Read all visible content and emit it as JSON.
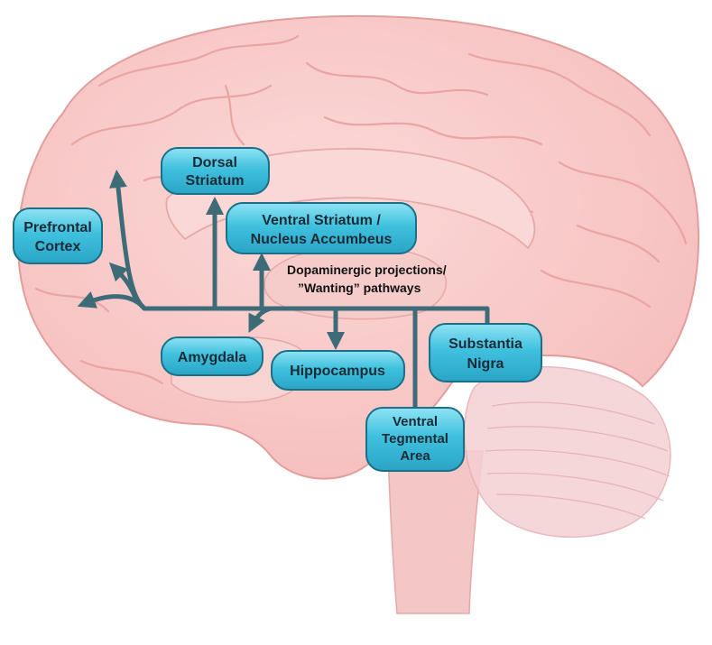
{
  "colors": {
    "brain_fill": "#f8c9c8",
    "brain_light": "#fbe2e1",
    "brain_edge": "#e9a7a6",
    "pathway": "#3d6b77",
    "label_fill": "#3fc1de",
    "label_edge": "#1b6f86"
  },
  "regions": {
    "prefrontal_cortex": [
      "Prefrontal",
      "Cortex"
    ],
    "dorsal_striatum": [
      "Dorsal",
      "Striatum"
    ],
    "ventral_striatum": [
      "Ventral Striatum /",
      "Nucleus Accumbeus"
    ],
    "amygdala": [
      "Amygdala"
    ],
    "hippocampus": [
      "Hippocampus"
    ],
    "substantia_nigra": [
      "Substantia",
      "Nigra"
    ],
    "ventral_tegmental_area": [
      "Ventral",
      "Tegmental",
      "Area"
    ]
  },
  "annotation": [
    "Dopaminergic projections/",
    "”Wanting” pathways"
  ]
}
